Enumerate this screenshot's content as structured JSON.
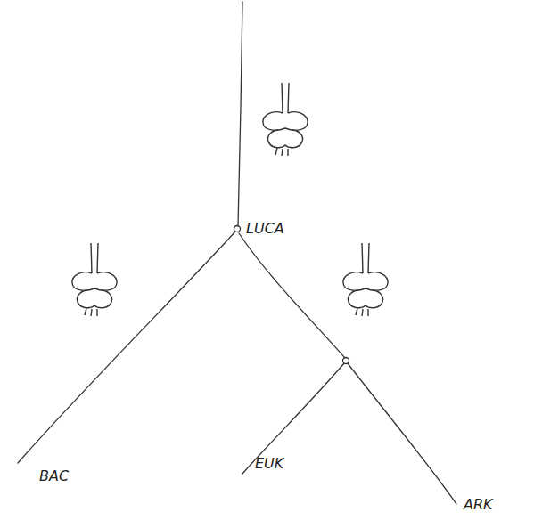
{
  "diagram": {
    "labels": [
      "LUCA",
      "BAC",
      "EUK",
      "ARK"
    ]
  }
}
